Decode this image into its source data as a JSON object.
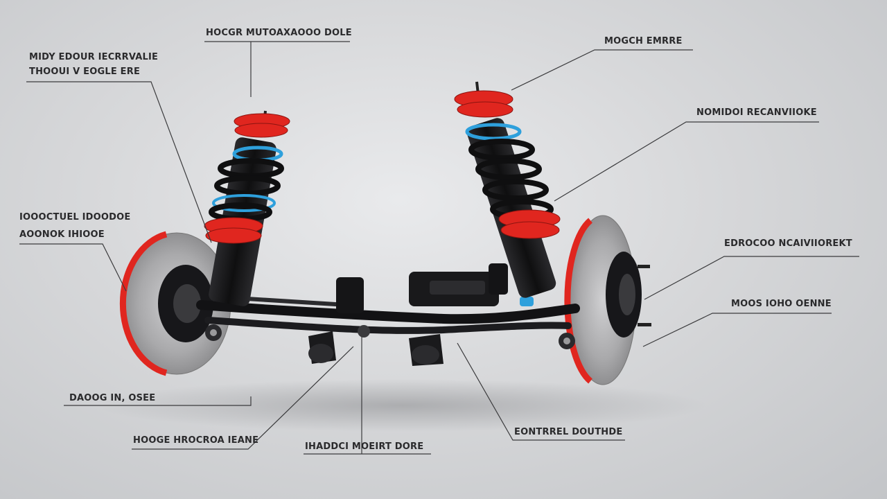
{
  "diagram": {
    "subject": "vehicle suspension assembly",
    "colors": {
      "background": "#d9dadc",
      "metal_black": "#141416",
      "accent_red": "#e0261f",
      "accent_blue": "#2ea0dc",
      "rotor_silver": "#b8b8ba",
      "leader_line": "#3b3b3d"
    },
    "labels": {
      "top_center": "HOCGR MUTOAXAOOO DOLE",
      "top_right": "MOGCH EMRRE",
      "top_left_1": "MIDY EDOUR IECRRVALIE",
      "top_left_2": "THOOUI V EOGLE ERE",
      "right_upper": "NOMIDOI RECANVIIOKE",
      "left_mid_1": "IOOOCTUEL IDOODOE",
      "left_mid_2": "AOONOK IHIOOE",
      "right_mid": "EDROCOO NCAIVIIOREKT",
      "right_lower": "MOOS IOHO OENNE",
      "bottom_left": "DAOOG IN, OSEE",
      "bottom_left_2": "HOOGE HROCROA IEANE",
      "bottom_center": "IHADDCI MOEIRT DORE",
      "bottom_right": "EONTRREL DOUTHDE"
    }
  }
}
